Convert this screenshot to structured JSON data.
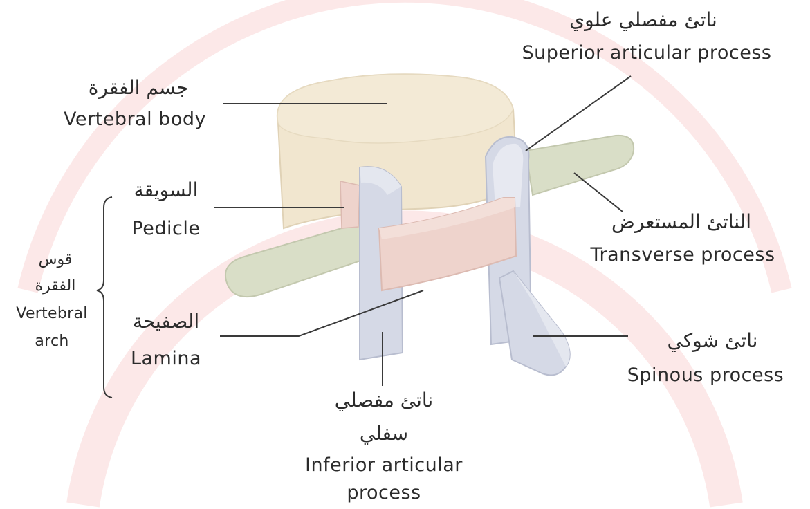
{
  "labels": {
    "superior_articular": {
      "ar": "ناتئ مفصلي علوي",
      "en": "Superior articular process"
    },
    "vertebral_body": {
      "ar": "جسم الفقرة",
      "en": "Vertebral body"
    },
    "pedicle": {
      "ar": "السويقة",
      "en": "Pedicle"
    },
    "transverse": {
      "ar": "الناتئ المستعرض",
      "en": "Transverse process"
    },
    "arch": {
      "ar1": "قوس",
      "ar2": "الفقرة",
      "en1": "Vertebral",
      "en2": "arch"
    },
    "lamina": {
      "ar": "الصفيحة",
      "en": "Lamina"
    },
    "spinous": {
      "ar": "ناتئ شوكي",
      "en": "Spinous process"
    },
    "inferior_articular": {
      "ar1": "ناتئ مفصلي",
      "ar2": "سفلي",
      "en1": "Inferior articular",
      "en2": "process"
    }
  },
  "colors": {
    "body": "#f1e6cf",
    "bone_shadow": "#e0d2b6",
    "transverse": "#d9dec7",
    "articular": "#d5d9e6",
    "lamina": "#eed3cc",
    "watermark": "#fbe5e5",
    "leader": "#3a3a3a"
  }
}
